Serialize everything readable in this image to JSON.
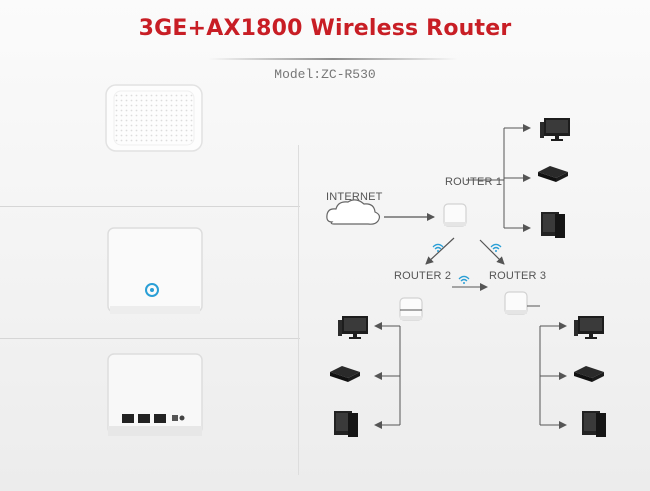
{
  "header": {
    "title": "3GE+AX1800 Wireless Router",
    "model": "Model:ZC-R530"
  },
  "diagram": {
    "internet_label": "INTERNET",
    "router1_label": "ROUTER 1",
    "router2_label": "ROUTER 2",
    "router3_label": "ROUTER 3"
  },
  "colors": {
    "title": "#c81e25",
    "wifi": "#2a9fd6",
    "arrow": "#555555"
  }
}
